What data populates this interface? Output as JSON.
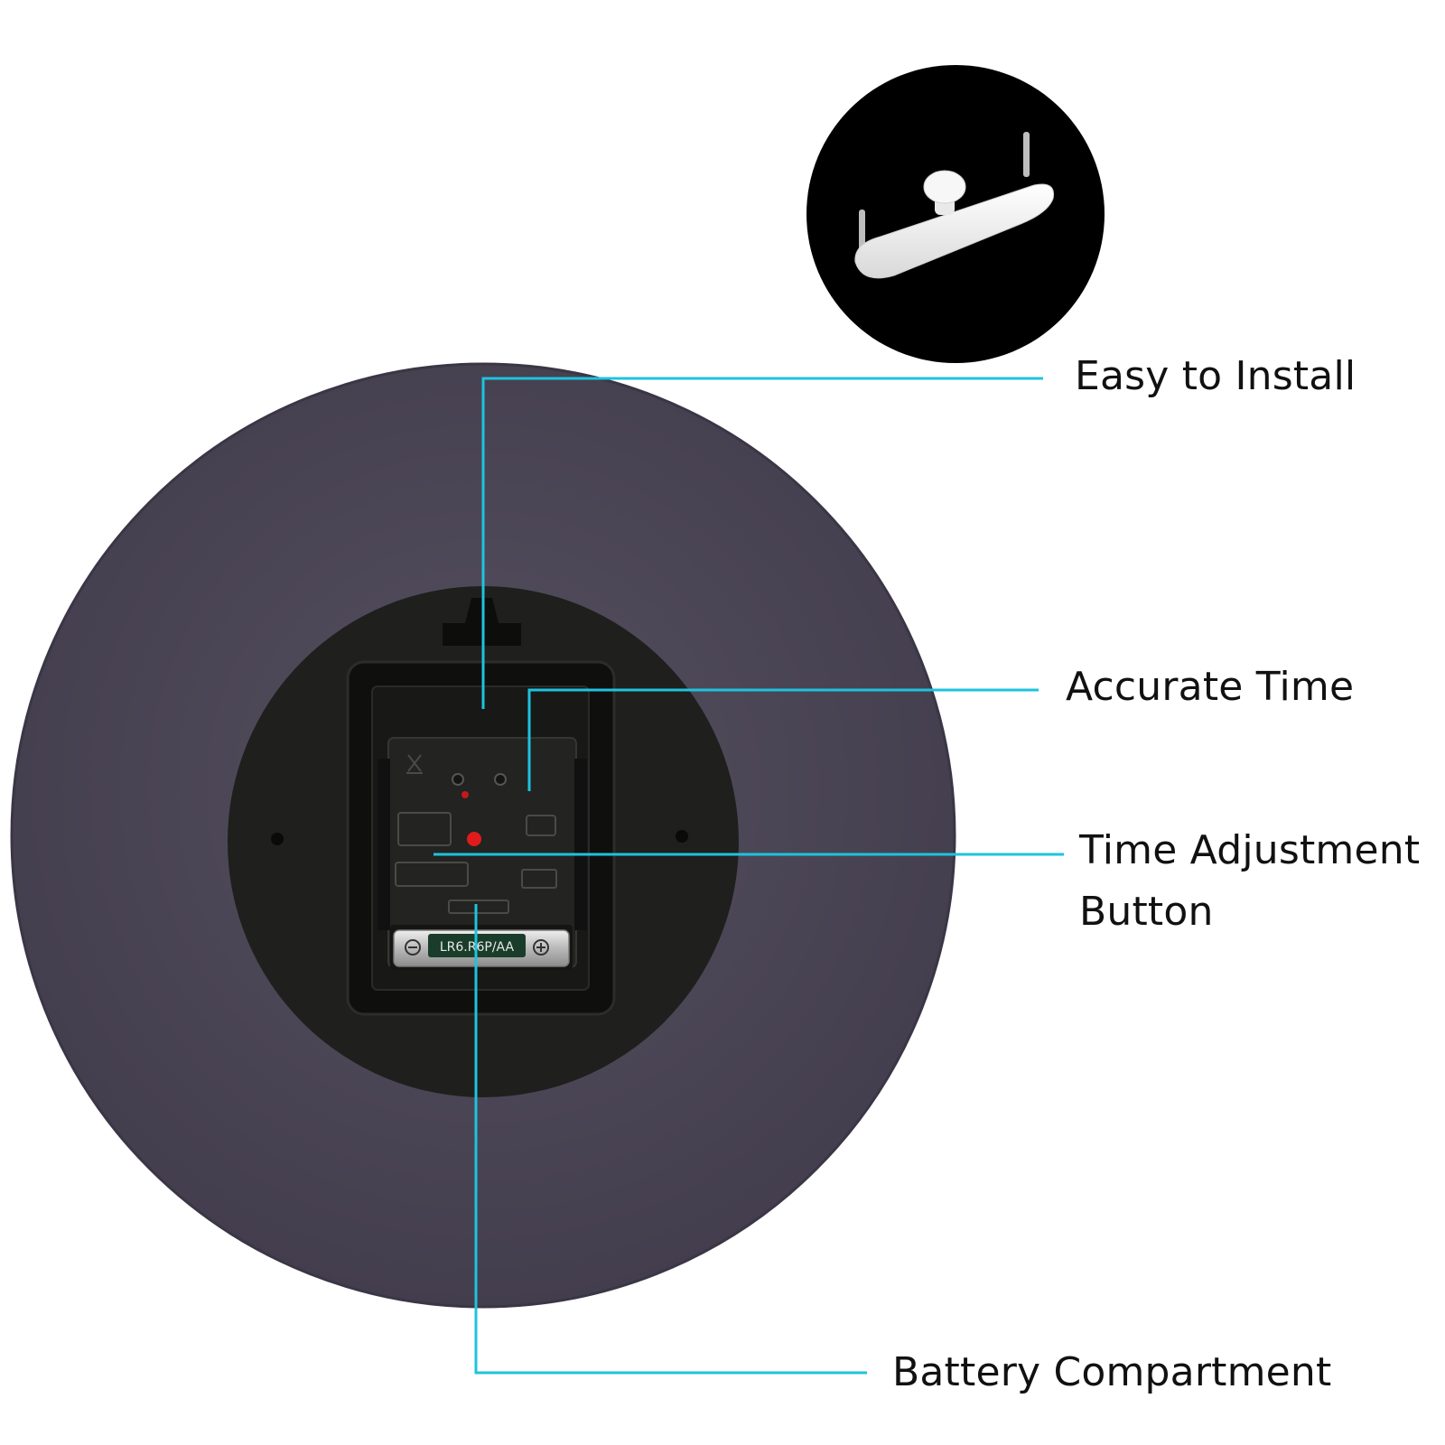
{
  "colors": {
    "background": "#ffffff",
    "clock_back": "#4b4656",
    "clock_edge": "#3d3847",
    "movement_plate": "#1c1c1a",
    "leader_line": "#1ec3de",
    "label_text": "#111111",
    "hook_inset_bg": "#000000",
    "hook_plastic": "#f4f4f4"
  },
  "features": {
    "easy_install": "Easy to Install",
    "accurate_time": "Accurate Time",
    "time_adjust_line1": "Time Adjustment",
    "time_adjust_line2": "Button",
    "battery": "Battery Compartment"
  },
  "battery_label": "LR6.R6P/AA",
  "icons": {
    "hook": "wall-hook-icon",
    "battery_minus": "minus-icon",
    "battery_plus": "plus-icon"
  }
}
